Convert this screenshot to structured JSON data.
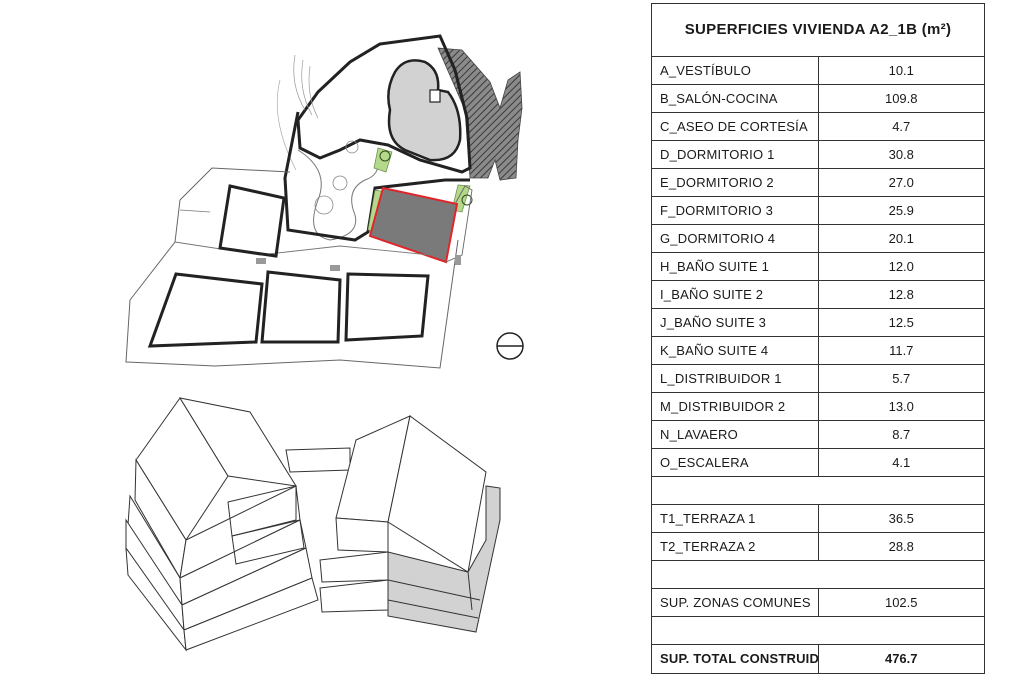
{
  "table": {
    "title": "SUPERFICIES VIVIENDA A2_1B (m²)",
    "rooms": [
      {
        "name": "A_VESTÍBULO",
        "value": "10.1"
      },
      {
        "name": "B_SALÓN-COCINA",
        "value": "109.8"
      },
      {
        "name": "C_ASEO DE CORTESÍA",
        "value": "4.7"
      },
      {
        "name": "D_DORMITORIO 1",
        "value": "30.8"
      },
      {
        "name": "E_DORMITORIO 2",
        "value": "27.0"
      },
      {
        "name": "F_DORMITORIO 3",
        "value": "25.9"
      },
      {
        "name": "G_DORMITORIO 4",
        "value": "20.1"
      },
      {
        "name": "H_BAÑO SUITE 1",
        "value": "12.0"
      },
      {
        "name": "I_BAÑO SUITE 2",
        "value": "12.8"
      },
      {
        "name": "J_BAÑO SUITE 3",
        "value": "12.5"
      },
      {
        "name": "K_BAÑO SUITE 4",
        "value": "11.7"
      },
      {
        "name": "L_DISTRIBUIDOR 1",
        "value": "5.7"
      },
      {
        "name": "M_DISTRIBUIDOR 2",
        "value": "13.0"
      },
      {
        "name": "N_LAVAERO",
        "value": "8.7"
      },
      {
        "name": "O_ESCALERA",
        "value": "4.1"
      }
    ],
    "terraces": [
      {
        "name": "T1_TERRAZA 1",
        "value": "36.5"
      },
      {
        "name": "T2_TERRAZA 2",
        "value": "28.8"
      }
    ],
    "common": {
      "name": "SUP. ZONAS COMUNES",
      "value": "102.5"
    },
    "total": {
      "name": "SUP. TOTAL CONSTRUIDA",
      "value": "476.7"
    }
  },
  "colors": {
    "highlight_outline": "#e0262b",
    "highlight_fill": "#7a7a7a",
    "building_fill": "#d2d2d2",
    "garden_green": "#b5d98b",
    "hatch": "#555555"
  },
  "icons": {
    "north_symbol": "orientation-circle-icon"
  }
}
